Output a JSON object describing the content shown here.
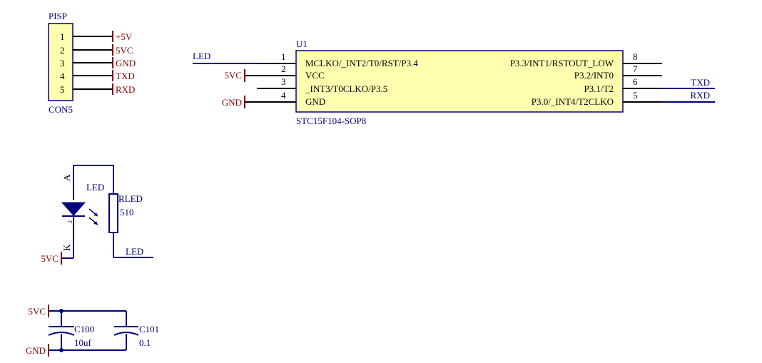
{
  "colors": {
    "wire": "#000080",
    "power": "#800000",
    "ic_fill": "#ffffb0",
    "pin": "#000000"
  },
  "connector": {
    "designator": "PISP",
    "part": "CON5",
    "pins": [
      {
        "num": "1",
        "net": "+5V"
      },
      {
        "num": "2",
        "net": "5VC"
      },
      {
        "num": "3",
        "net": "GND"
      },
      {
        "num": "4",
        "net": "TXD"
      },
      {
        "num": "5",
        "net": "RXD"
      }
    ]
  },
  "ic": {
    "designator": "U1",
    "part": "STC15F104-SOP8",
    "left_pins": [
      {
        "num": "1",
        "name": "MCLKO/_INT2/T0/RST/P3.4"
      },
      {
        "num": "2",
        "name": "VCC"
      },
      {
        "num": "3",
        "name": "_INT3/T0CLKO/P3.5"
      },
      {
        "num": "4",
        "name": "GND"
      }
    ],
    "right_pins": [
      {
        "num": "8",
        "name": "P3.3/INT1/RSTOUT_LOW"
      },
      {
        "num": "7",
        "name": "P3.2/INT0"
      },
      {
        "num": "6",
        "name": "P3.1/T2"
      },
      {
        "num": "5",
        "name": "P3.0/_INT4/T2CLKO"
      }
    ],
    "nets": {
      "pin1": "LED",
      "pin2": "5VC",
      "pin4": "GND",
      "pin6": "TXD",
      "pin5": "RXD"
    }
  },
  "led_circuit": {
    "led_designator": "LED",
    "anode_label": "A",
    "cathode_label": "K",
    "pin2_label": "2",
    "resistor_designator": "RLED",
    "resistor_value": "510",
    "net_power": "5VC",
    "net_out": "LED"
  },
  "caps": {
    "c1_designator": "C100",
    "c1_value": "10uf",
    "c2_designator": "C101",
    "c2_value": "0.1",
    "net_top": "5VC",
    "net_bottom": "GND"
  }
}
